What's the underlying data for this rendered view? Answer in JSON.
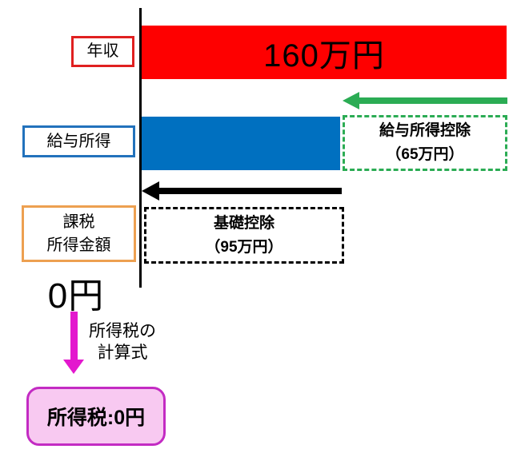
{
  "diagram": {
    "annual_income": {
      "label": "年収",
      "bar_text": "160万円"
    },
    "salary_income": {
      "label": "給与所得"
    },
    "salary_deduction_box": {
      "line1": "給与所得控除",
      "line2": "（65万円）"
    },
    "basic_deduction_box": {
      "line1": "基礎控除",
      "line2": "（95万円）"
    },
    "taxable_income": {
      "label_line1": "課税",
      "label_line2": "所得金額",
      "amount": "0円"
    },
    "calc_caption": {
      "line1": "所得税の",
      "line2": "計算式"
    },
    "result": {
      "text": "所得税:0円"
    }
  },
  "colors": {
    "red-bar": "#FE0000",
    "red-border": "#E02020",
    "blue-bar": "#0070C0",
    "blue-border": "#2272BC",
    "green": "#2BAC54",
    "orange-border": "#EDA051",
    "magenta": "#E318CE",
    "pink-border": "#C32BC3",
    "pink-fill": "#F8C9F1"
  }
}
